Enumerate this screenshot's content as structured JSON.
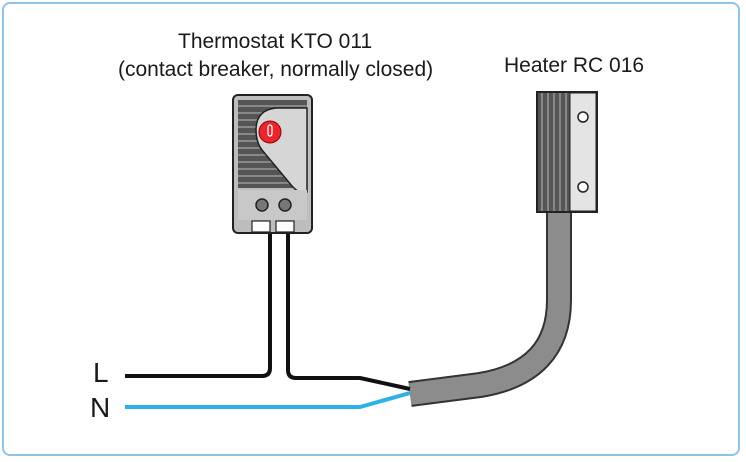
{
  "thermostat": {
    "title": "Thermostat KTO 011",
    "subtitle": "(contact breaker, normally closed)"
  },
  "heater": {
    "title": "Heater RC 016"
  },
  "wires": {
    "live": "L",
    "neutral": "N"
  },
  "colors": {
    "frame": "#8fc4e6",
    "neutral_wire": "#2fb0e6",
    "live_wire": "#111111",
    "dial": "#e8262d",
    "cable": "#8c8c8c"
  }
}
